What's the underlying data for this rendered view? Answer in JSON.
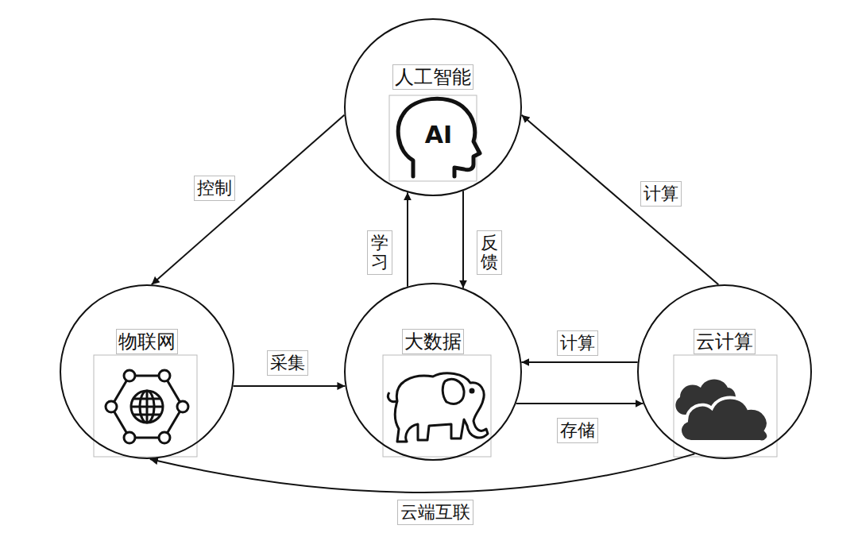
{
  "diagram": {
    "nodes": [
      {
        "text": [
          "人工智能"
        ]
      },
      {
        "text": [
          "物联网"
        ]
      },
      {
        "text": [
          "大数据"
        ]
      },
      {
        "text": [
          "云计算"
        ]
      }
    ],
    "edges": [
      {
        "from": 0,
        "to": 1,
        "label": "控制",
        "arrow": "to"
      },
      {
        "from": 2,
        "to": 0,
        "label": "学习",
        "arrow": "to"
      },
      {
        "from": 0,
        "to": 2,
        "label": "反馈",
        "arrow": "to"
      },
      {
        "from": 3,
        "to": 0,
        "label": "计算",
        "arrow": "to"
      },
      {
        "from": 1,
        "to": 2,
        "label": "采集",
        "arrow": "to"
      },
      {
        "from": 3,
        "to": 2,
        "label": "计算",
        "arrow": "to"
      },
      {
        "from": 2,
        "to": 3,
        "label": "存储",
        "arrow": "to"
      },
      {
        "from": 3,
        "to": 1,
        "label": "云端互联",
        "arrow": "to"
      }
    ],
    "labels": [
      "AI"
    ]
  }
}
